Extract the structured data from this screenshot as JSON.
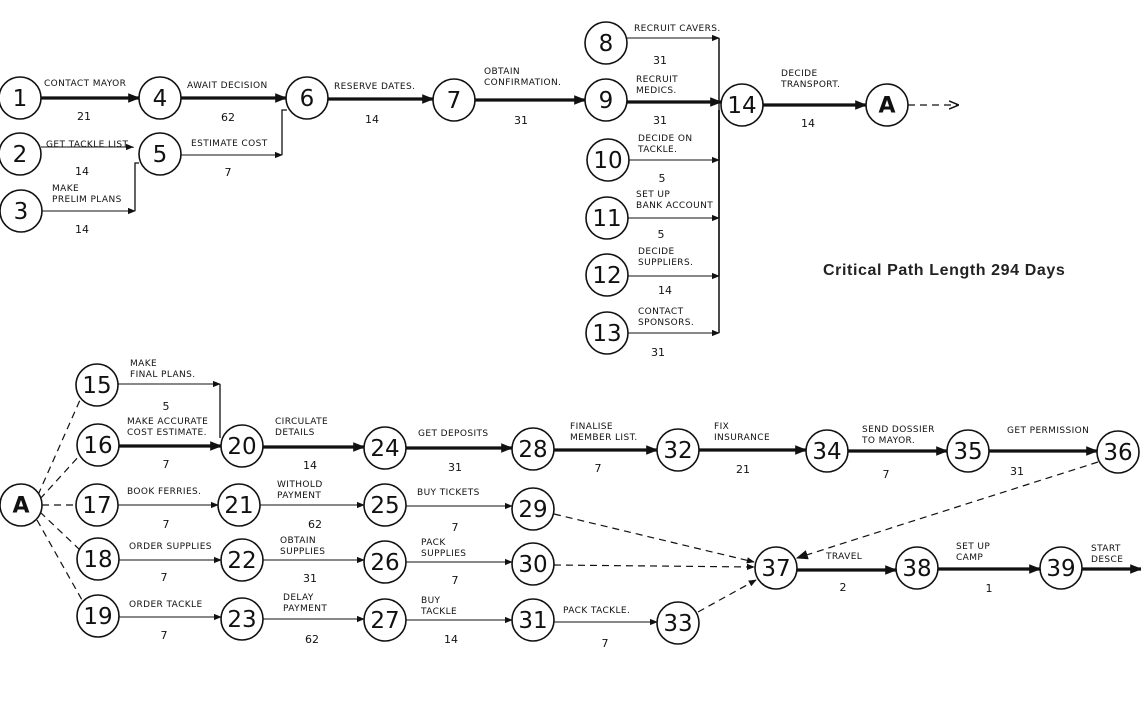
{
  "critical_path_label": "Critical Path Length 294 Days",
  "nodes": [
    {
      "id": "1",
      "label": "1"
    },
    {
      "id": "2",
      "label": "2"
    },
    {
      "id": "3",
      "label": "3"
    },
    {
      "id": "4",
      "label": "4"
    },
    {
      "id": "5",
      "label": "5"
    },
    {
      "id": "6",
      "label": "6"
    },
    {
      "id": "7",
      "label": "7"
    },
    {
      "id": "8",
      "label": "8"
    },
    {
      "id": "9",
      "label": "9"
    },
    {
      "id": "10",
      "label": "10"
    },
    {
      "id": "11",
      "label": "11"
    },
    {
      "id": "12",
      "label": "12"
    },
    {
      "id": "13",
      "label": "13"
    },
    {
      "id": "14",
      "label": "14"
    },
    {
      "id": "A_top",
      "label": "A"
    },
    {
      "id": "A_bottom",
      "label": "A"
    },
    {
      "id": "15",
      "label": "15"
    },
    {
      "id": "16",
      "label": "16"
    },
    {
      "id": "17",
      "label": "17"
    },
    {
      "id": "18",
      "label": "18"
    },
    {
      "id": "19",
      "label": "19"
    },
    {
      "id": "20",
      "label": "20"
    },
    {
      "id": "21",
      "label": "21"
    },
    {
      "id": "22",
      "label": "22"
    },
    {
      "id": "23",
      "label": "23"
    },
    {
      "id": "24",
      "label": "24"
    },
    {
      "id": "25",
      "label": "25"
    },
    {
      "id": "26",
      "label": "26"
    },
    {
      "id": "27",
      "label": "27"
    },
    {
      "id": "28",
      "label": "28"
    },
    {
      "id": "29",
      "label": "29"
    },
    {
      "id": "30",
      "label": "30"
    },
    {
      "id": "31",
      "label": "31"
    },
    {
      "id": "32",
      "label": "32"
    },
    {
      "id": "33",
      "label": "33"
    },
    {
      "id": "34",
      "label": "34"
    },
    {
      "id": "35",
      "label": "35"
    },
    {
      "id": "36",
      "label": "36"
    },
    {
      "id": "37",
      "label": "37"
    },
    {
      "id": "38",
      "label": "38"
    },
    {
      "id": "39",
      "label": "39"
    }
  ],
  "activities": [
    {
      "from": "1",
      "to": "4",
      "label": "CONTACT MAYOR",
      "duration": "21",
      "critical": true
    },
    {
      "from": "2",
      "to": "5",
      "label": "GET TACKLE LIST",
      "duration": "14",
      "critical": false
    },
    {
      "from": "3",
      "to": "5",
      "label": "MAKE PRELIM PLANS",
      "duration": "14",
      "critical": false
    },
    {
      "from": "4",
      "to": "6",
      "label": "AWAIT DECISION",
      "duration": "62",
      "critical": true
    },
    {
      "from": "5",
      "to": "6",
      "label": "ESTIMATE COST",
      "duration": "7",
      "critical": false
    },
    {
      "from": "6",
      "to": "7",
      "label": "RESERVE DATES.",
      "duration": "14",
      "critical": true
    },
    {
      "from": "7",
      "to": "9",
      "label": "OBTAIN CONFIRMATION.",
      "duration": "31",
      "critical": true
    },
    {
      "from": "8",
      "to": "14",
      "label": "RECRUIT CAVERS.",
      "duration": "31",
      "critical": false
    },
    {
      "from": "9",
      "to": "14",
      "label": "RECRUIT MEDICS.",
      "duration": "31",
      "critical": true
    },
    {
      "from": "10",
      "to": "14",
      "label": "DECIDE ON TACKLE.",
      "duration": "5",
      "critical": false
    },
    {
      "from": "11",
      "to": "14",
      "label": "SET UP BANK ACCOUNT",
      "duration": "5",
      "critical": false
    },
    {
      "from": "12",
      "to": "14",
      "label": "DECIDE SUPPLIERS.",
      "duration": "14",
      "critical": false
    },
    {
      "from": "13",
      "to": "14",
      "label": "CONTACT SPONSORS.",
      "duration": "31",
      "critical": false
    },
    {
      "from": "14",
      "to": "A_top",
      "label": "DECIDE TRANSPORT.",
      "duration": "14",
      "critical": true
    },
    {
      "from": "15",
      "to": "20",
      "label": "MAKE FINAL PLANS.",
      "duration": "5",
      "critical": false
    },
    {
      "from": "16",
      "to": "20",
      "label": "MAKE ACCURATE COST ESTIMATE.",
      "duration": "7",
      "critical": true
    },
    {
      "from": "17",
      "to": "21",
      "label": "BOOK FERRIES.",
      "duration": "7",
      "critical": false
    },
    {
      "from": "18",
      "to": "22",
      "label": "ORDER SUPPLIES",
      "duration": "7",
      "critical": false
    },
    {
      "from": "19",
      "to": "23",
      "label": "ORDER TACKLE",
      "duration": "7",
      "critical": false
    },
    {
      "from": "20",
      "to": "24",
      "label": "CIRCULATE DETAILS",
      "duration": "14",
      "critical": true
    },
    {
      "from": "21",
      "to": "25",
      "label": "WITHOLD PAYMENT",
      "duration": "62",
      "critical": false
    },
    {
      "from": "22",
      "to": "26",
      "label": "OBTAIN SUPPLIES",
      "duration": "31",
      "critical": false
    },
    {
      "from": "23",
      "to": "27",
      "label": "DELAY PAYMENT",
      "duration": "62",
      "critical": false
    },
    {
      "from": "24",
      "to": "28",
      "label": "GET DEPOSITS",
      "duration": "31",
      "critical": true
    },
    {
      "from": "25",
      "to": "29",
      "label": "BUY TICKETS",
      "duration": "7",
      "critical": false
    },
    {
      "from": "26",
      "to": "30",
      "label": "PACK SUPPLIES",
      "duration": "7",
      "critical": false
    },
    {
      "from": "27",
      "to": "31",
      "label": "BUY TACKLE",
      "duration": "14",
      "critical": false
    },
    {
      "from": "28",
      "to": "32",
      "label": "FINALISE MEMBER LIST.",
      "duration": "7",
      "critical": true
    },
    {
      "from": "31",
      "to": "33",
      "label": "PACK TACKLE.",
      "duration": "7",
      "critical": false
    },
    {
      "from": "32",
      "to": "34",
      "label": "FIX INSURANCE",
      "duration": "21",
      "critical": true
    },
    {
      "from": "34",
      "to": "35",
      "label": "SEND DOSSIER TO MAYOR.",
      "duration": "7",
      "critical": true
    },
    {
      "from": "35",
      "to": "36",
      "label": "GET PERMISSION",
      "duration": "31",
      "critical": true
    },
    {
      "from": "37",
      "to": "38",
      "label": "TRAVEL",
      "duration": "2",
      "critical": true
    },
    {
      "from": "38",
      "to": "39",
      "label": "SET UP CAMP",
      "duration": "1",
      "critical": true
    },
    {
      "from": "39",
      "to": "",
      "label": "START DESCE",
      "duration": "",
      "critical": true
    }
  ]
}
